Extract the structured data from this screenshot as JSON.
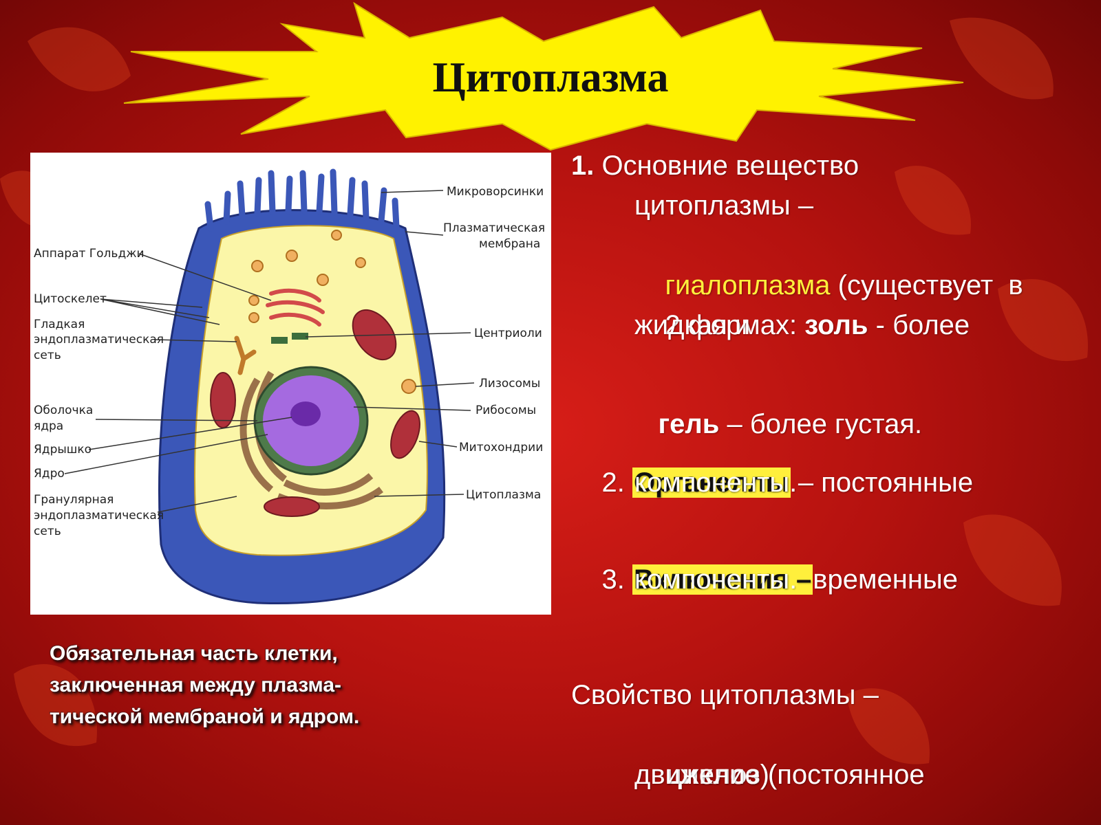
{
  "title": "Цитоплазма",
  "diagram_labels": {
    "microvilli": "Микроворсинки",
    "plasma_membrane_1": "Плазматическая",
    "plasma_membrane_2": "мембрана",
    "golgi": "Аппарат Гольджи",
    "cytoskeleton": "Цитоскелет",
    "smooth_er_1": "Гладкая",
    "smooth_er_2": "эндоплазматическая",
    "smooth_er_3": "сеть",
    "centrioles": "Центриоли",
    "lysosomes": "Лизосомы",
    "ribosomes": "Рибосомы",
    "nuclear_envelope_1": "Оболочка",
    "nuclear_envelope_2": "ядра",
    "nucleolus": "Ядрышко",
    "nucleus": "Ядро",
    "mitochondria": "Митохондрии",
    "granular_er_1": "Гранулярная",
    "granular_er_2": "эндоплазматическая",
    "granular_er_3": "сеть",
    "cytoplasm": "Цитоплазма"
  },
  "caption": {
    "line1": "Обязательная часть клетки,",
    "line2": "заключенная между плазма-",
    "line3": "тической мембраной и ядром."
  },
  "points": {
    "p1_num": "1.",
    "p1_text_a": " Основние вещество",
    "p1_line2": "цитоплазмы –",
    "p1_hyalo": "гиалоплазма",
    "p1_line3_rest": " (существует  в",
    "p1_line4_a": "2 формах: ",
    "p1_sol": "золь",
    "p1_line4_b": " - более",
    "p1_line5": "жидкая и",
    "gel": "гель",
    "gel_rest": " – более густая.",
    "p2_num": "2. ",
    "p2_term": "Органеллы",
    "p2_rest": " – постоянные",
    "p2_line2": "компоненты.",
    "p3_num": "3. ",
    "p3_term": "Включения –",
    "p3_rest": "временные",
    "p3_line2": "компоненты.",
    "prop_line1": "Свойство цитоплазмы –",
    "prop_term": "циклоз",
    "prop_rest": " (постоянное",
    "prop_line3": "движение)"
  },
  "colors": {
    "background": "#c4140f",
    "title_burst": "#fff200",
    "highlight": "#ffef3c",
    "cell_membrane": "#3b57b8",
    "cytoplasm": "#fbf6a8",
    "nucleus": "#8e3fd0"
  }
}
